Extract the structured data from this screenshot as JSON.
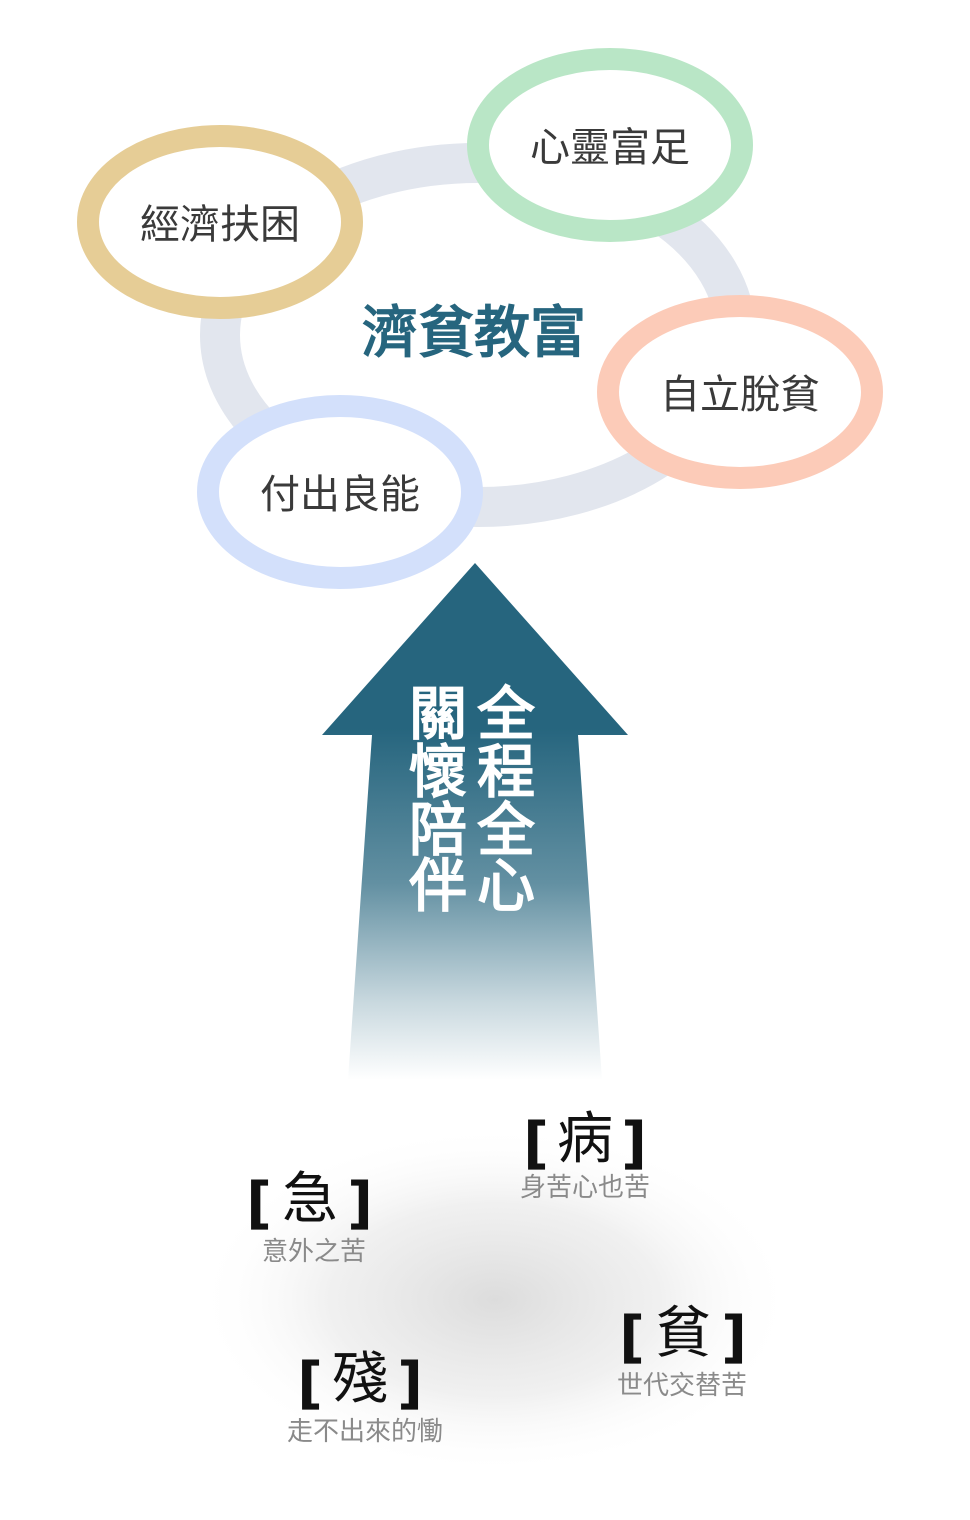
{
  "cycle": {
    "center": "濟貧教富",
    "stages": [
      {
        "label": "經濟扶困",
        "color": "#e6cd96"
      },
      {
        "label": "心靈富足",
        "color": "#b9e6c6"
      },
      {
        "label": "自立脫貧",
        "color": "#fccbb8"
      },
      {
        "label": "付出良能",
        "color": "#d3e0fb"
      }
    ],
    "ring_color": "#e2e6ee",
    "center_color": "#26657e"
  },
  "arrow": {
    "color": "#26657e",
    "column_right": [
      "全",
      "程",
      "全",
      "心"
    ],
    "column_left": [
      "關",
      "懷",
      "陪",
      "伴"
    ]
  },
  "hardships": [
    {
      "char": "病",
      "subtitle": "身苦心也苦"
    },
    {
      "char": "急",
      "subtitle": "意外之苦"
    },
    {
      "char": "貧",
      "subtitle": "世代交替苦"
    },
    {
      "char": "殘",
      "subtitle": "走不出來的慟"
    }
  ],
  "brackets": {
    "open": "[",
    "close": "]"
  }
}
